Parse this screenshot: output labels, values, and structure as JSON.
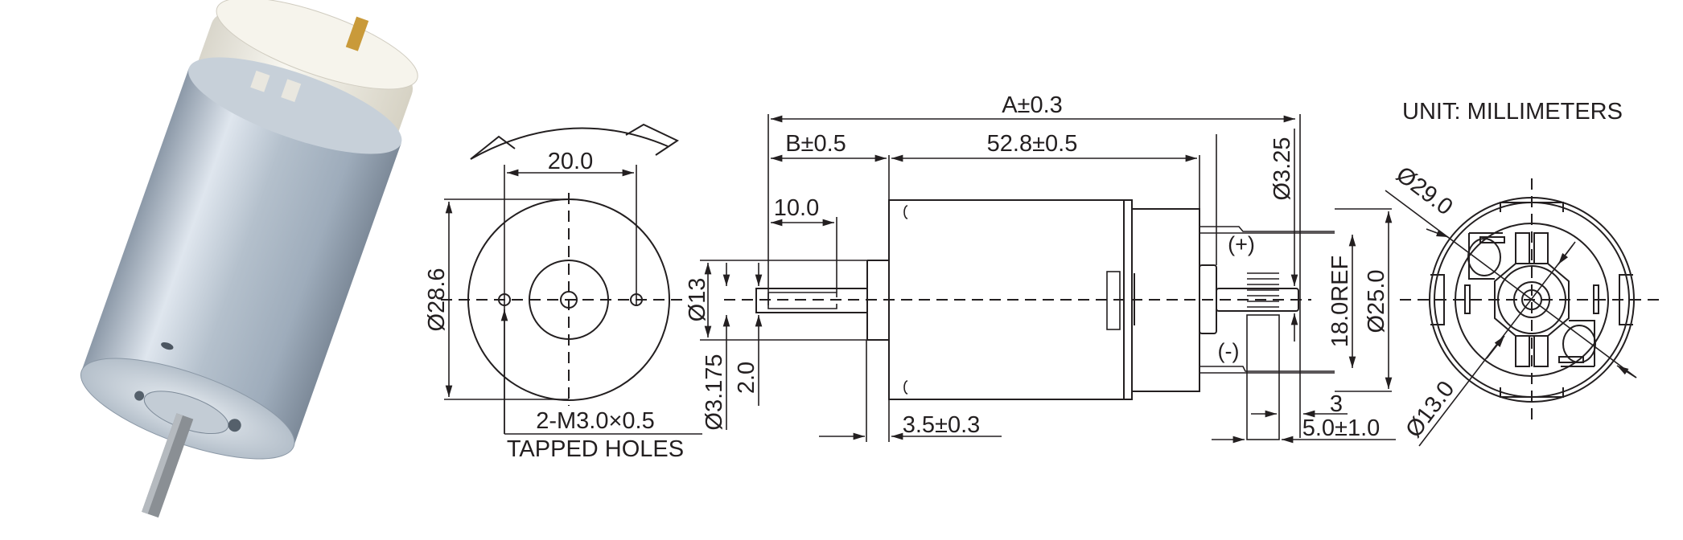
{
  "drawing": {
    "unit_label": "UNIT: MILLIMETERS",
    "front_view": {
      "hole_spacing": "20.0",
      "body_diameter": "Ø28.6",
      "tapped_holes_spec": "2-M3.0×0.5",
      "tapped_holes_label": "TAPPED HOLES"
    },
    "side_view": {
      "overall_length": "A±0.3",
      "shaft_length": "B±0.5",
      "body_length": "52.8±0.5",
      "flat_length": "10.0",
      "flange_diameter": "Ø13",
      "shaft_diameter": "Ø3.175",
      "flat_depth": "2.0",
      "flange_height": "3.5±0.3",
      "rear_shaft_diameter": "Ø3.25",
      "terminal_spacing": "18.0REF",
      "endcap_diameter": "Ø25.0",
      "terminal_width": "3",
      "terminal_length": "5.0±1.0",
      "positive_terminal": "(+)",
      "negative_terminal": "(-)"
    },
    "rear_view": {
      "outer_diameter": "Ø29.0",
      "hub_diameter": "Ø13.0"
    }
  },
  "colors": {
    "line": "#231f20",
    "metal": "#b9c4cf",
    "plastic": "#f1efe6",
    "brass": "#c99a3a"
  }
}
